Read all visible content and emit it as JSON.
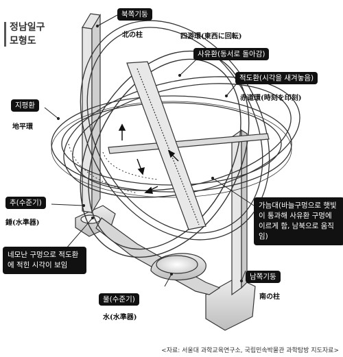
{
  "title": {
    "line1": "정남일구",
    "line2": "모형도"
  },
  "labels": {
    "north_pillar": {
      "box": "북쪽기둥",
      "caption": "北の柱"
    },
    "sayuhwan": {
      "box": "사유환(동서로 돌아감)",
      "caption": "四游環(東西に回転)"
    },
    "jeokdohwan": {
      "box": "적도환(시각을 새겨놓음)",
      "caption": "赤道環(時刻を印刻)"
    },
    "jipyeonghwan": {
      "box": "지평환",
      "caption": "地平環"
    },
    "chu": {
      "box": "추(수준기)",
      "caption": "錘(水準器)"
    },
    "ganeumdae": {
      "box": "가늠대(바늘구멍으로 햇빛이 통과해 사유환 구멍에 이르게 함, 남북으로 움직임)"
    },
    "square_hole": {
      "box": "네모난 구멍으로 적도환에 적힌 시각이 보임"
    },
    "water_level": {
      "box": "물(수준기)",
      "caption": "水(水準器)"
    },
    "south_pillar": {
      "box": "남쪽기둥",
      "caption": "南の柱"
    }
  },
  "source": "<자료: 서울대 과학교육연구소, 국립민속박물관 과학탐방 지도자료>",
  "colors": {
    "label_bg": "#111111",
    "line": "#222222",
    "base": "#d9d9d9"
  }
}
